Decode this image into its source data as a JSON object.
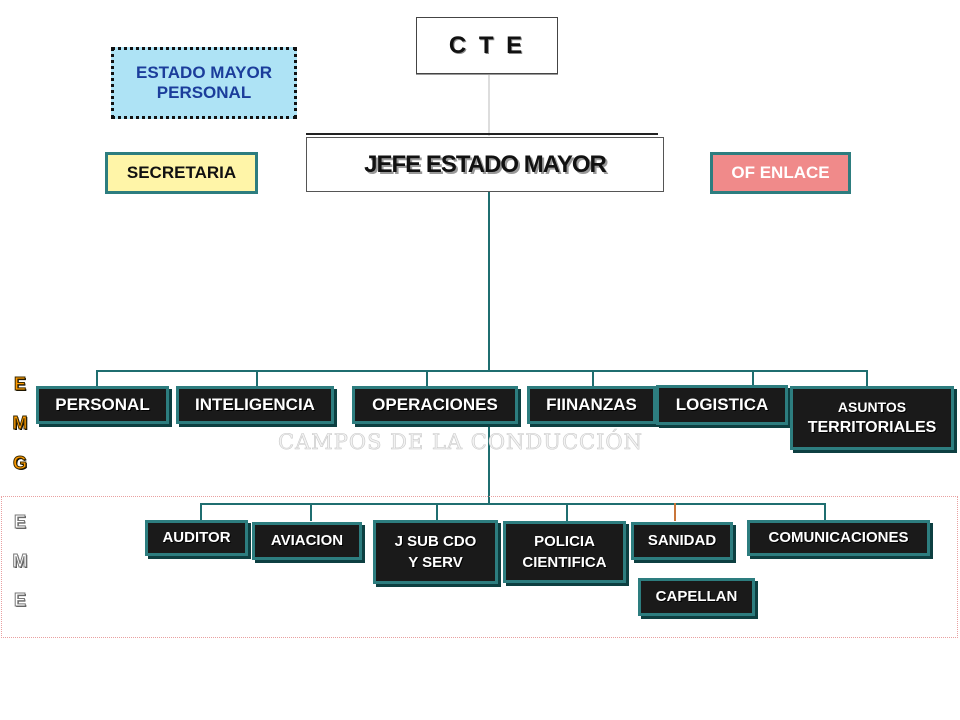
{
  "colors": {
    "connector": "#1f6e70",
    "dept_fill": "#1a1a1a",
    "dept_border": "#2d7d7f",
    "estado_mayor_fill": "#aee3f5",
    "estado_mayor_text": "#1b3d9b",
    "secretaria_fill": "#fff5a8",
    "of_enlace_fill": "#f08a8a"
  },
  "top": {
    "cte": "C T E"
  },
  "staff": {
    "estado_mayor_line1": "ESTADO MAYOR",
    "estado_mayor_line2": "PERSONAL",
    "secretaria": "SECRETARIA",
    "of_enlace": "OF ENLACE"
  },
  "chief": {
    "label": "JEFE ESTADO MAYOR"
  },
  "emg": {
    "letters": [
      "E",
      "M",
      "G"
    ],
    "departments": {
      "personal": "PERSONAL",
      "inteligencia": "INTELIGENCIA",
      "operaciones": "OPERACIONES",
      "finanzas": "FIINANZAS",
      "logistica": "LOGISTICA",
      "asuntos_line1": "ASUNTOS",
      "asuntos_line2": "TERRITORIALES"
    },
    "watermark": "CAMPOS DE LA CONDUCCIÓN"
  },
  "eme": {
    "letters": [
      "E",
      "M",
      "E"
    ],
    "departments": {
      "auditor": "AUDITOR",
      "aviacion": "AVIACION",
      "jsub_line1": "J SUB CDO",
      "jsub_line2": "Y SERV",
      "policia_line1": "POLICIA",
      "policia_line2": "CIENTIFICA",
      "sanidad": "SANIDAD",
      "comunicaciones": "COMUNICACIONES",
      "capellan": "CAPELLAN"
    }
  }
}
